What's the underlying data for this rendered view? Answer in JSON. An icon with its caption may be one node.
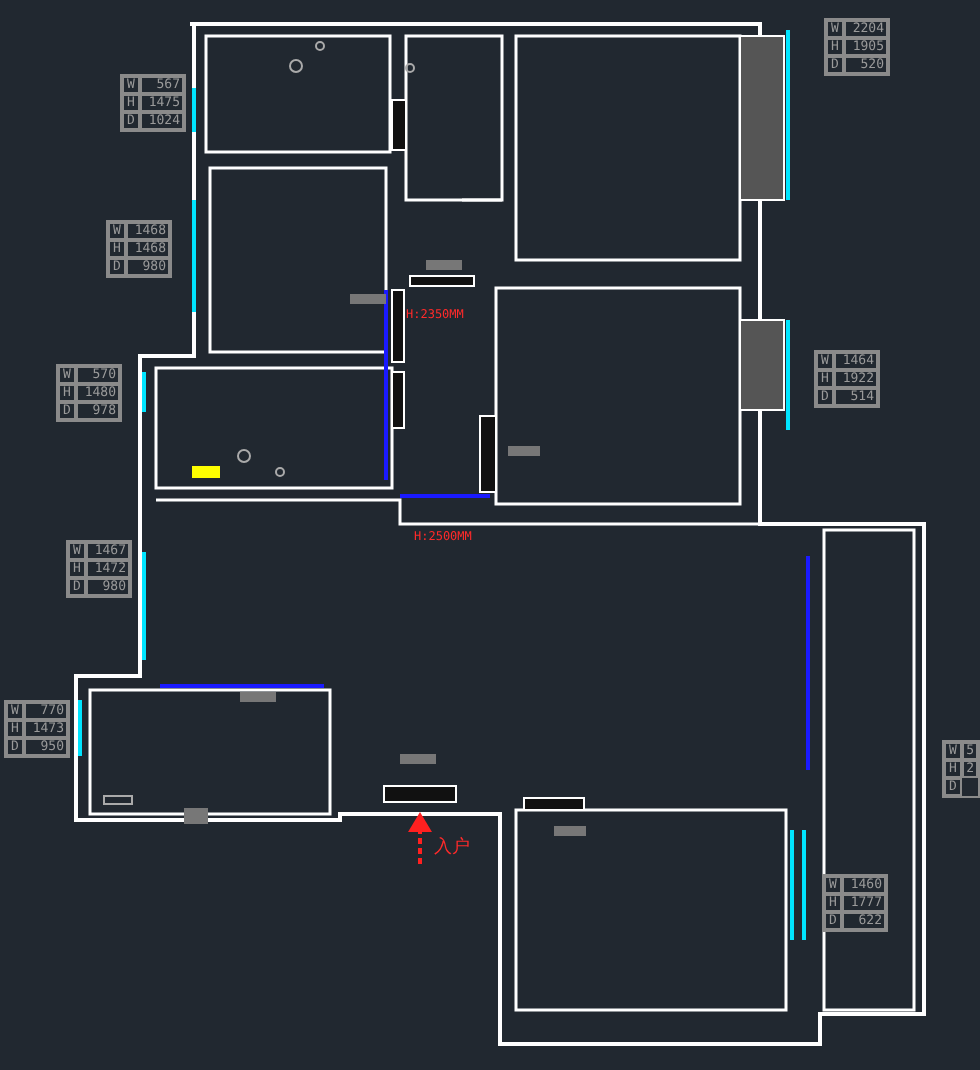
{
  "diagram": {
    "labels": [
      "W",
      "2204",
      "H",
      "1905",
      "D",
      "520",
      "W",
      "567",
      "H",
      "1475",
      "D",
      "1024",
      "W",
      "1468",
      "H",
      "1468",
      "D",
      "980",
      "H:2350MM",
      "W",
      "1464",
      "H",
      "1922",
      "D",
      "514",
      "W",
      "570",
      "H",
      "1480",
      "D",
      "978",
      "H:2500MM",
      "W",
      "1467",
      "H",
      "1472",
      "D",
      "980",
      "W",
      "770",
      "H",
      "1473",
      "D",
      "950",
      "W",
      "5",
      "H",
      "2",
      "D",
      "入户",
      "W",
      "1460",
      "H",
      "1777",
      "D",
      "622"
    ]
  }
}
